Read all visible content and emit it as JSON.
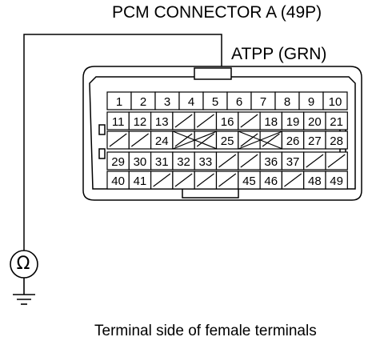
{
  "title": "PCM CONNECTOR A (49P)",
  "wire_label": "ATPP (GRN)",
  "caption": "Terminal side of female terminals",
  "meter_symbol": "Ω",
  "connector": {
    "rows": [
      [
        "1",
        "2",
        "3",
        "4",
        "5",
        "6",
        "7",
        "8",
        "9",
        "10"
      ],
      [
        "11",
        "12",
        "13",
        "",
        "",
        "16",
        "",
        "18",
        "19",
        "20",
        "21"
      ],
      [
        "",
        "",
        "24",
        "",
        "",
        "25",
        "",
        "",
        "26",
        "27",
        "28"
      ],
      [
        "29",
        "30",
        "31",
        "32",
        "33",
        "",
        "",
        "36",
        "37",
        "",
        ""
      ],
      [
        "40",
        "41",
        "",
        "",
        "",
        "",
        "45",
        "46",
        "",
        "48",
        "49"
      ]
    ]
  },
  "icons": {
    "meter": "ohmmeter-icon",
    "ground": "ground-icon"
  }
}
